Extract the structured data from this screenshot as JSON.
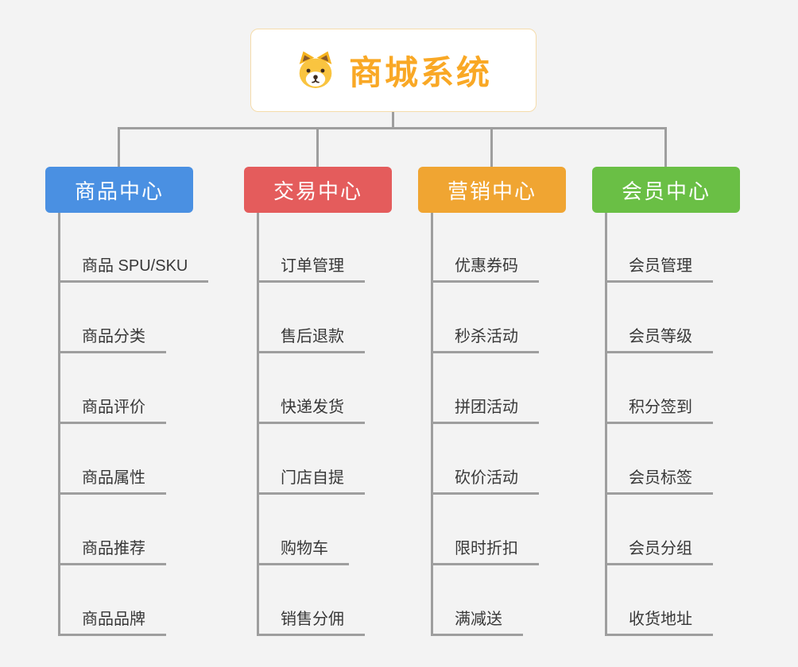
{
  "canvas": {
    "background_color": "#f3f3f3",
    "connector_color": "#9e9e9e"
  },
  "root": {
    "title": "商城系统",
    "title_color": "#f9a825",
    "icon": "shiba-dog-icon",
    "box_border_color": "#f5dcab"
  },
  "branches": [
    {
      "label": "商品中心",
      "color": "#4a90e2",
      "children": [
        "商品 SPU/SKU",
        "商品分类",
        "商品评价",
        "商品属性",
        "商品推荐",
        "商品品牌"
      ]
    },
    {
      "label": "交易中心",
      "color": "#e45c5c",
      "children": [
        "订单管理",
        "售后退款",
        "快递发货",
        "门店自提",
        "购物车",
        "销售分佣"
      ]
    },
    {
      "label": "营销中心",
      "color": "#f0a532",
      "children": [
        "优惠券码",
        "秒杀活动",
        "拼团活动",
        "砍价活动",
        "限时折扣",
        "满减送"
      ]
    },
    {
      "label": "会员中心",
      "color": "#6abf45",
      "children": [
        "会员管理",
        "会员等级",
        "积分签到",
        "会员标签",
        "会员分组",
        "收货地址"
      ]
    }
  ]
}
